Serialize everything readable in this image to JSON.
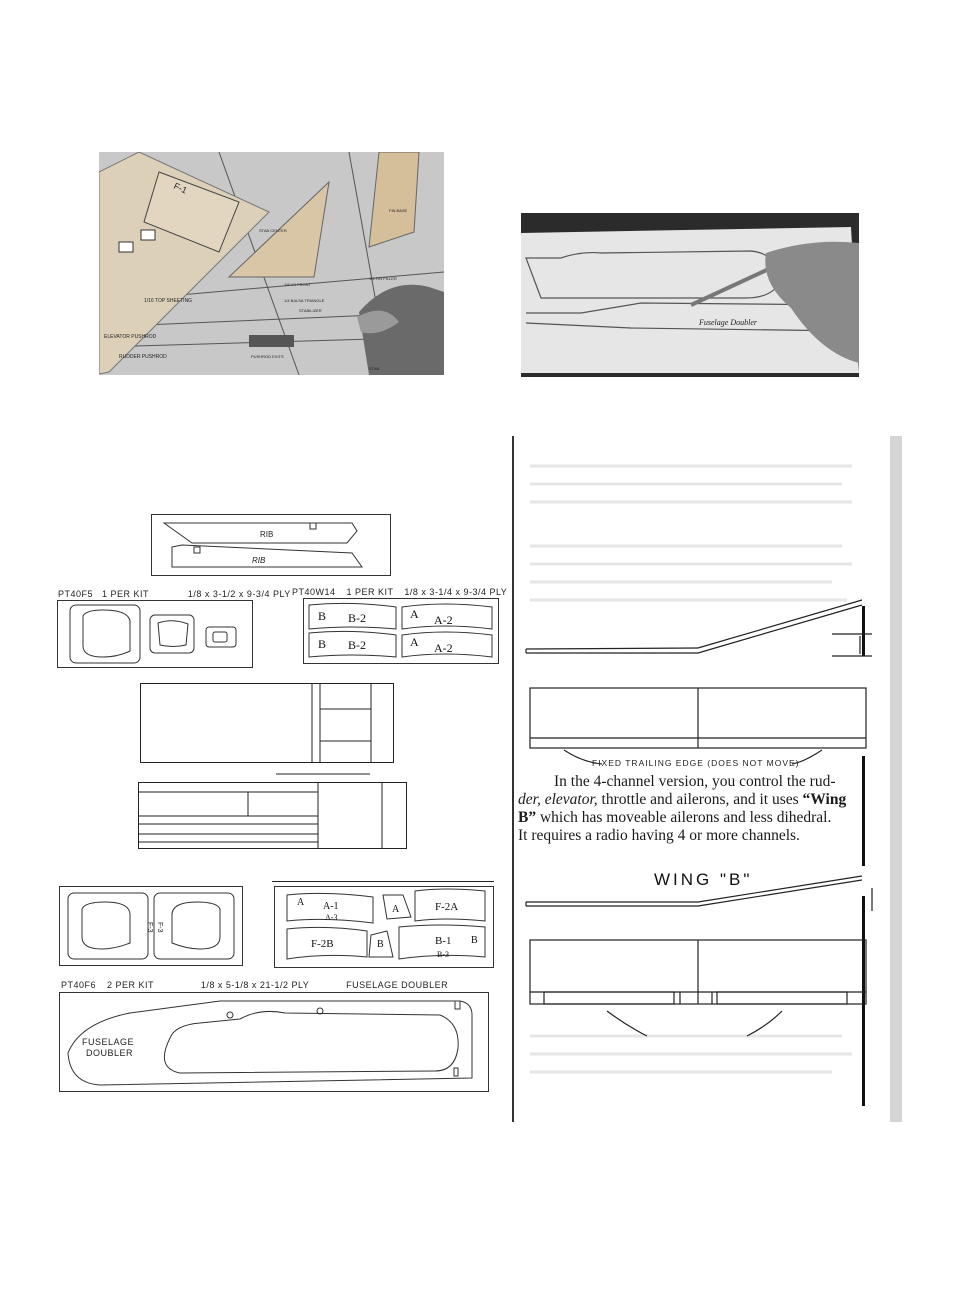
{
  "photo1": {
    "labels": {
      "f1": "F-1",
      "stab_center": "STAB CENTER",
      "fin_base": "FIN BASE",
      "top_sheeting": "1/16 TOP SHEETING",
      "vs_front": "1/8 VS FRONT",
      "balsa_triangle": "1/4 BALSA TRIANGLE",
      "fin_filler": "1/4 FIN FILLER",
      "stabilizer": "STABILIZER",
      "elevator_pushrod": "ELEVATOR PUSHROD",
      "rudder_pushrod": "RUDDER PUSHROD",
      "pushrod_exits": "PUSHROD EXITS",
      "stab": "STAB"
    }
  },
  "photo2": {
    "label": "Fuselage Doubler"
  },
  "rib_sheet": {
    "rib_top": "RIB",
    "rib_bottom": "RIB"
  },
  "sheet_f5": {
    "header_code": "PT40F5",
    "header_qty": "1 PER KIT",
    "header_size": "1/8 x 3-1/2 x 9-3/4 PLY"
  },
  "sheet_w14": {
    "header_code": "PT40W14",
    "header_qty": "1 PER KIT",
    "header_size": "1/8 x 3-1/4 x 9-3/4 PLY",
    "b": "B",
    "b2": "B-2",
    "a": "A",
    "a2": "A-2"
  },
  "sheet_f3": {
    "f3a": "F-3",
    "f3b": "F-3"
  },
  "sheet_balsa": {
    "a": "A",
    "a1": "A-1",
    "a3": "A-3",
    "a_small": "A",
    "f2a": "F-2A",
    "f2b": "F-2B",
    "b_small": "B",
    "b1": "B-1",
    "b": "B",
    "b3": "B-3"
  },
  "sheet_f6": {
    "header_code": "PT40F6",
    "header_qty": "2 PER KIT",
    "header_size": "1/8 x 5-1/8 x 21-1/2 PLY",
    "header_name": "FUSELAGE DOUBLER",
    "label_line1": "FUSELAGE",
    "label_line2": "DOUBLER"
  },
  "right_column": {
    "fixed_te_caption": "FIXED TRAILING EDGE (DOES NOT MOVE)",
    "para_start": "In the 4-channel version, you control the rud-",
    "para_italic": "der, elevator,",
    "para_mid": " throttle and ailerons, and it uses ",
    "para_bold1": "“Wing",
    "para_bold2": "B”",
    "para_rest": " which has moveable ailerons and less dihedral.",
    "para_last": "It requires a radio having 4 or more channels.",
    "wing_b_title": "WING \"B\""
  }
}
